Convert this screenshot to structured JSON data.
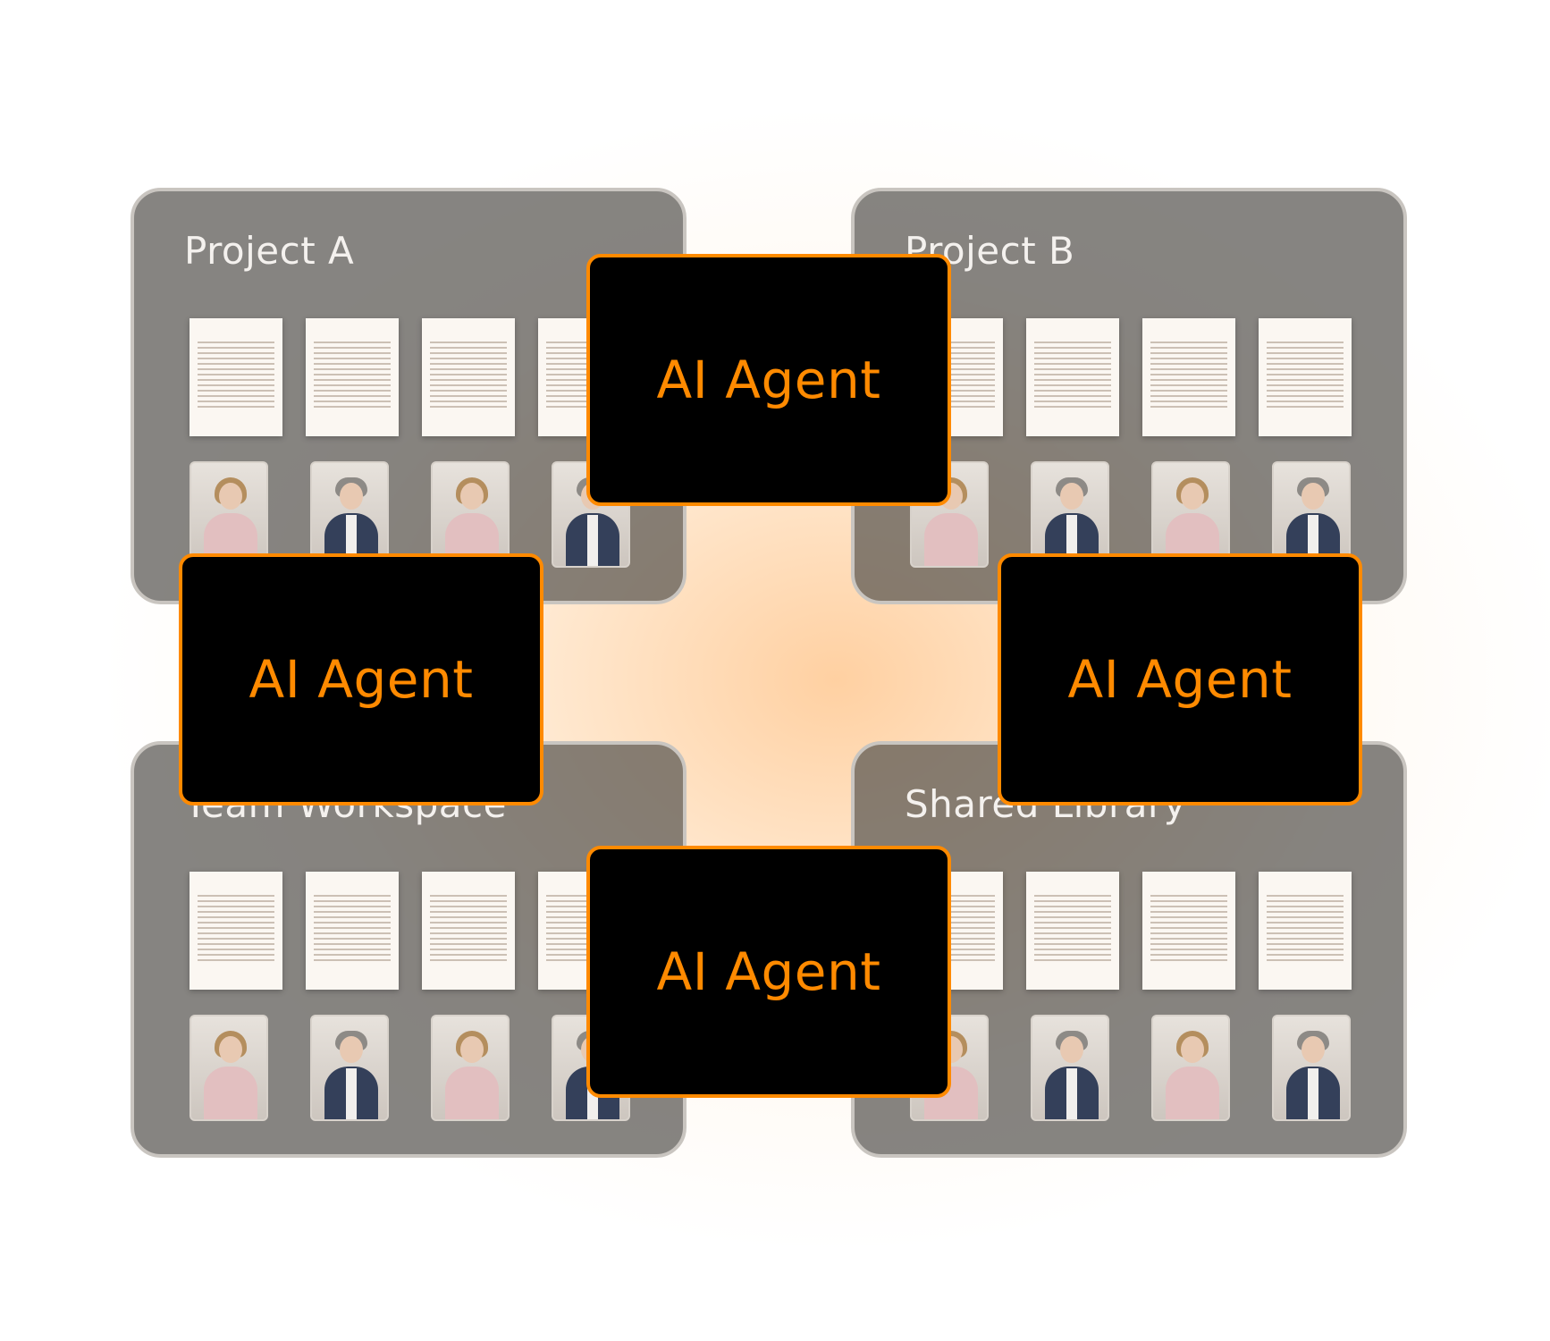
{
  "workspaces": [
    {
      "id": "a",
      "title": "Project A"
    },
    {
      "id": "b",
      "title": "Project B"
    },
    {
      "id": "c",
      "title": "Team Workspace"
    },
    {
      "id": "d",
      "title": "Shared Library"
    }
  ],
  "agents": {
    "top": "AI Agent",
    "left": "AI Agent",
    "right": "AI Agent",
    "bottom": "AI Agent"
  },
  "colors": {
    "accent": "#ff8a00",
    "agent_background": "#000000",
    "glow": "#ffb46a"
  },
  "icons": {
    "document": "document-page-icon",
    "person_photo": "person-photo-thumbnail"
  }
}
